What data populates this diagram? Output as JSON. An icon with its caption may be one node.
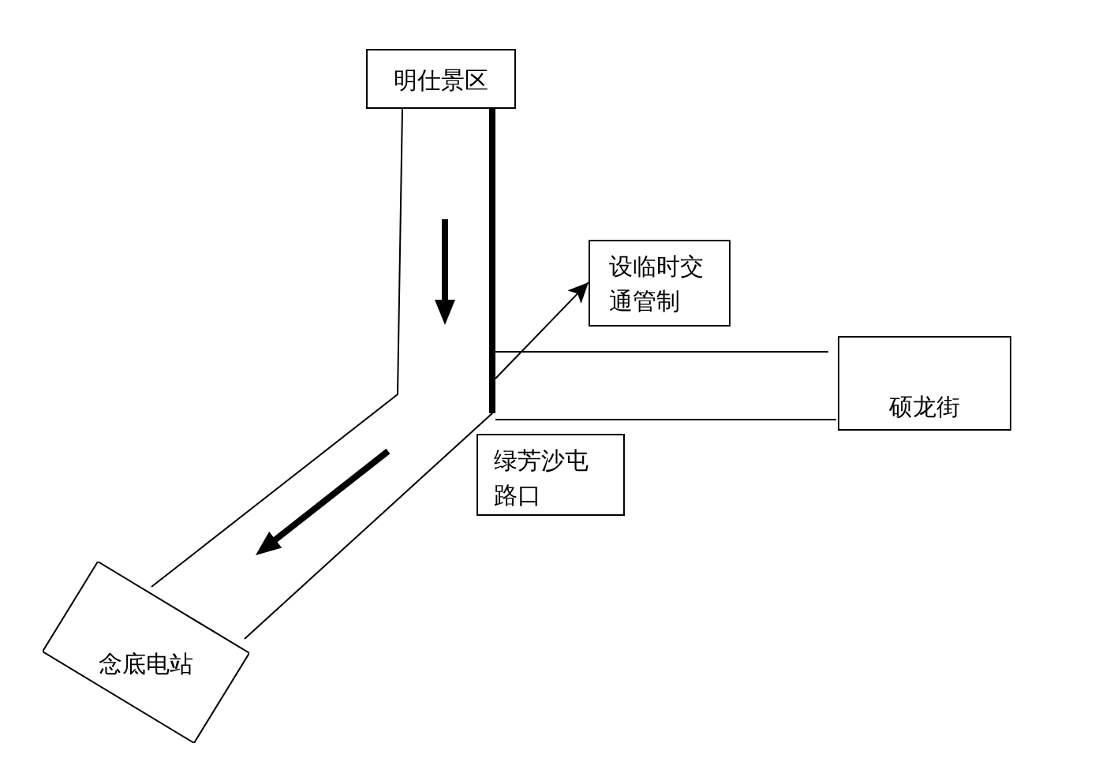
{
  "diagram": {
    "nodes": [
      {
        "text": [
          "明仕景区"
        ]
      },
      {
        "text": [
          "设临时交通管制"
        ]
      },
      {
        "text": [
          "硕龙街"
        ]
      },
      {
        "text": [
          "绿芳沙屯路口"
        ]
      },
      {
        "text": [
          "念底电站"
        ]
      },
      {
        "text": [],
        "shape": "bar"
      }
    ],
    "edges": [
      {
        "from": 5,
        "to": 1,
        "arrow": "to"
      }
    ]
  }
}
